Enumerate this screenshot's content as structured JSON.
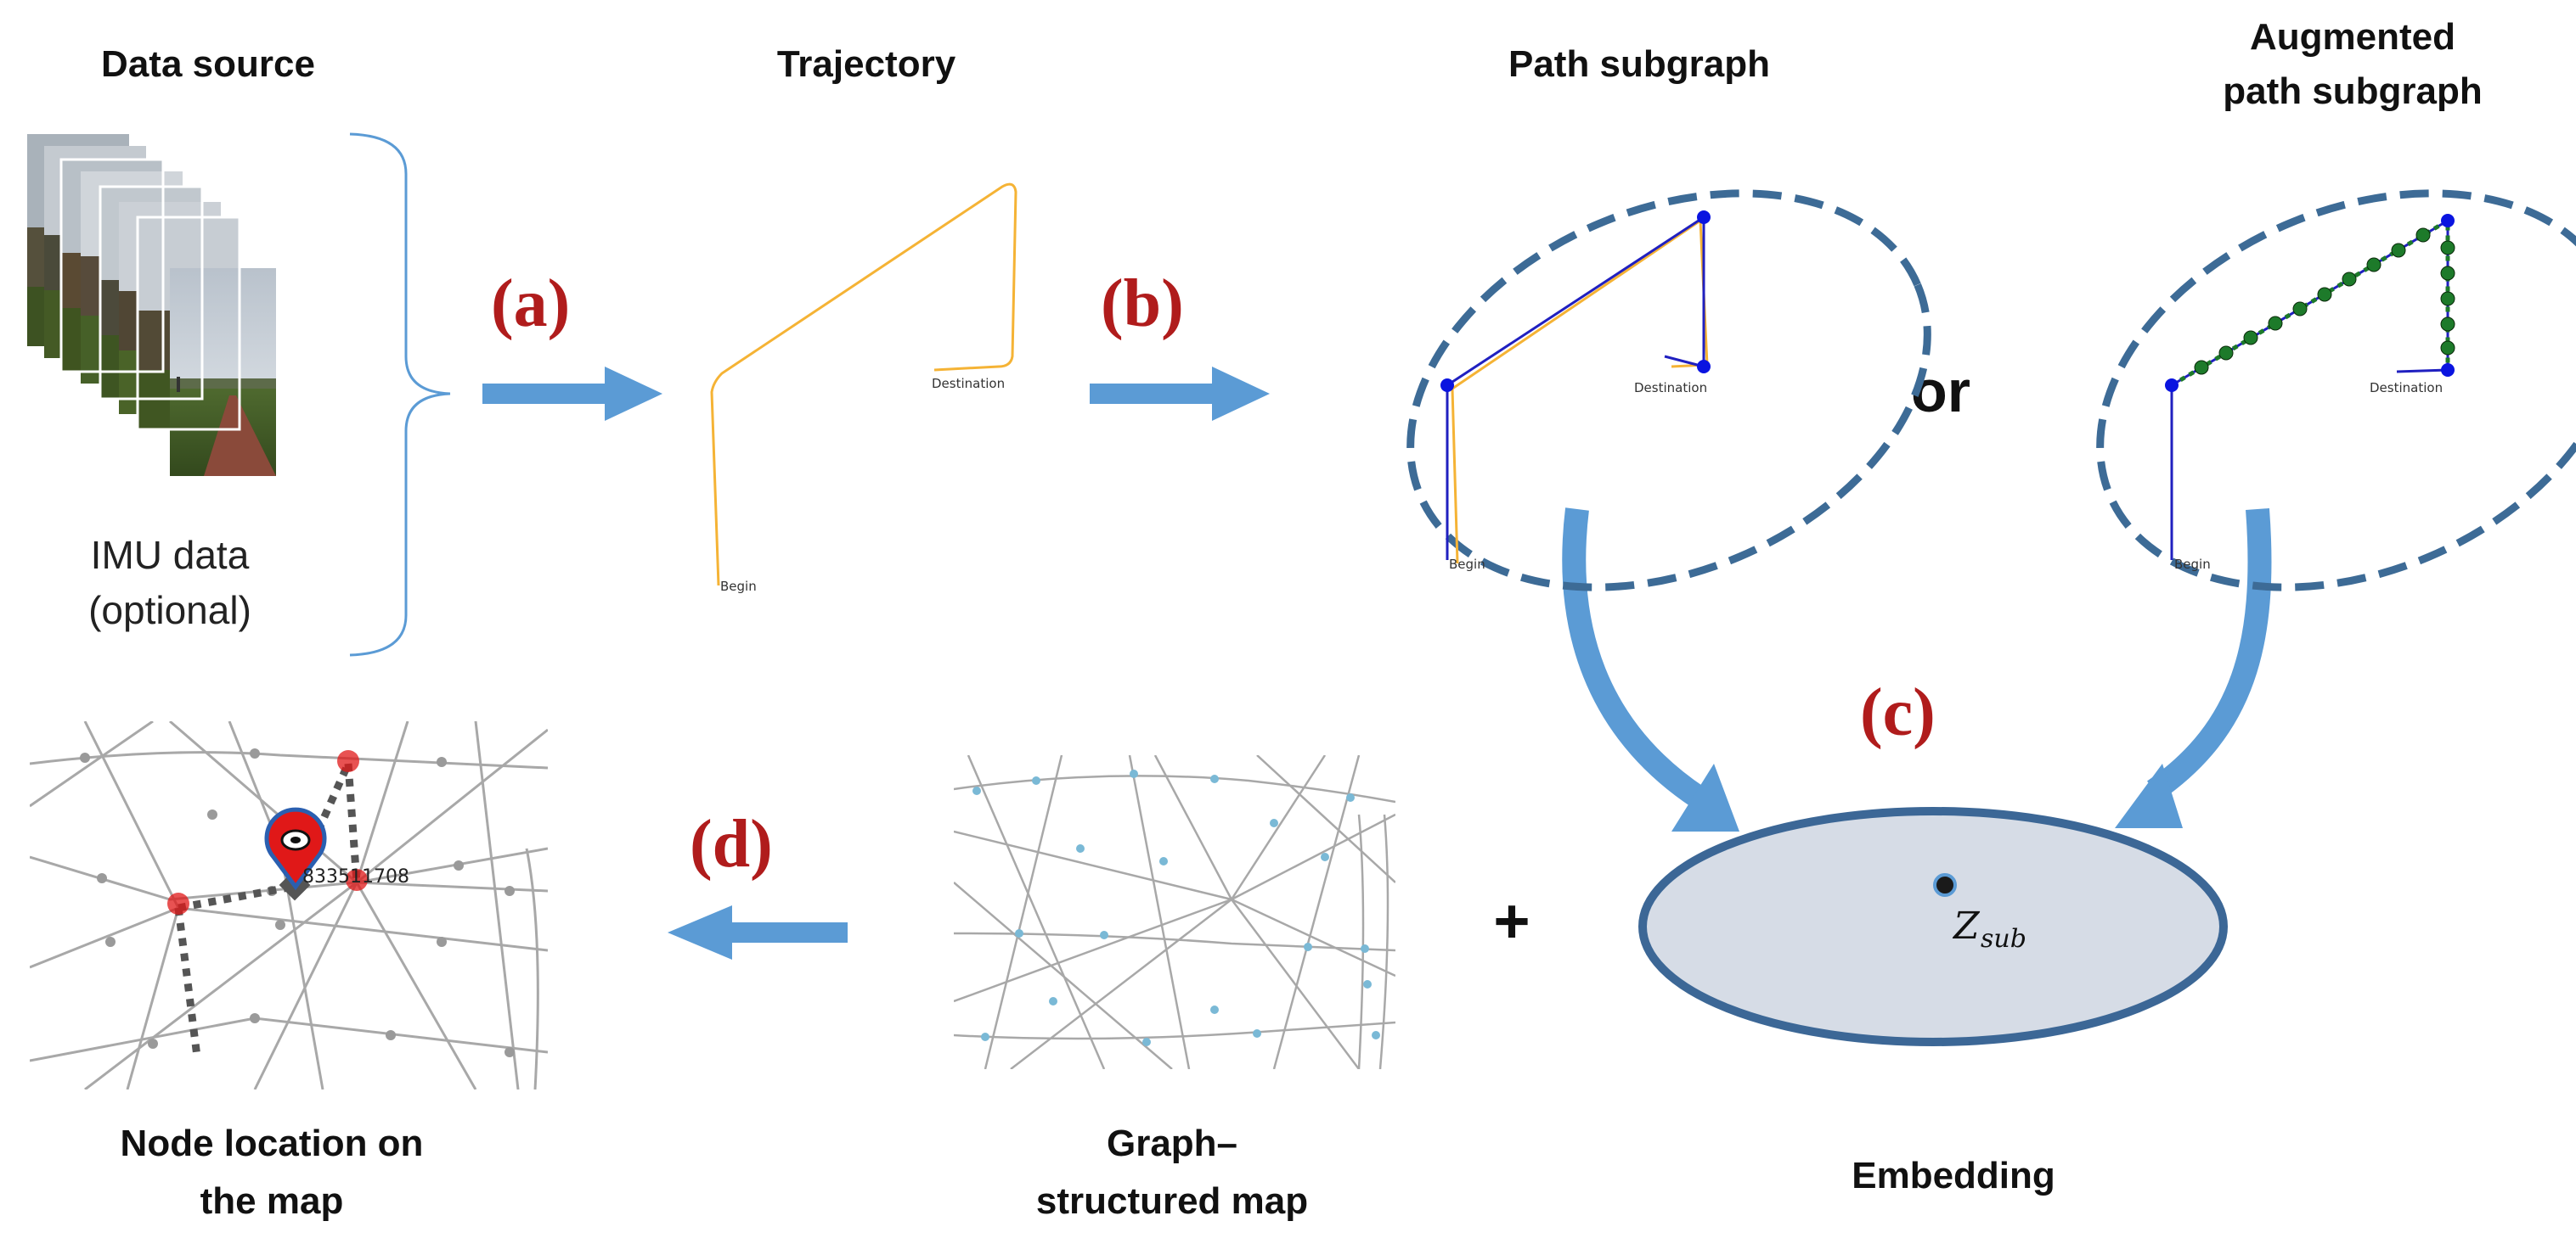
{
  "labels": {
    "data_source": "Data source",
    "trajectory": "Trajectory",
    "path_subgraph": "Path subgraph",
    "augmented_line1": "Augmented",
    "augmented_line2": "path subgraph",
    "imu_line1": "IMU data",
    "imu_line2": "(optional)",
    "node_location_line1": "Node location on",
    "node_location_line2": "the map",
    "graph_map_line1": "Graph–",
    "graph_map_line2": "structured map",
    "embedding": "Embedding",
    "or": "or",
    "plus": "+"
  },
  "steps": {
    "a": "(a)",
    "b": "(b)",
    "c": "(c)",
    "d": "(d)"
  },
  "plot_text": {
    "begin": "Begin",
    "destination": "Destination",
    "node_id": "833511708",
    "z_main": "Z",
    "z_sub": "sub"
  },
  "colors": {
    "arrow": "#5b9bd5",
    "step_label": "#b01c1c",
    "dashed_ellipse": "#3d6b96",
    "trajectory": "#f5b335",
    "path_line": "#2020c0",
    "path_node": "#0a14e0",
    "augmented_node": "#1d7a2a",
    "embedding_fill": "#d6dce6",
    "embedding_stroke": "#3c6796",
    "map_edge": "#a8a8a8",
    "map_node": "#7ab9d6",
    "marker": "#e01818"
  },
  "icons": [
    "location-pin-icon",
    "photo-stack-icon"
  ]
}
